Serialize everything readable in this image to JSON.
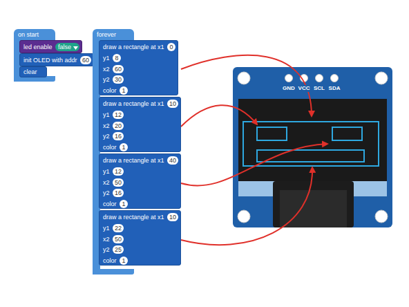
{
  "diagram": {
    "nodes": [
      {
        "text": [
          "on start"
        ]
      },
      {
        "text": [
          "led enable",
          "false"
        ],
        "in": 0
      },
      {
        "text": [
          "init OLED with addr",
          "60"
        ],
        "in": 0
      },
      {
        "text": [
          "clear"
        ],
        "in": 0
      },
      {
        "text": [
          "forever"
        ]
      },
      {
        "text": [
          "draw a rectangle at x1",
          "0",
          "y1",
          "8",
          "x2",
          "60",
          "y2",
          "30",
          "color",
          "1"
        ],
        "in": 4
      },
      {
        "text": [
          "draw a rectangle at x1",
          "10",
          "y1",
          "12",
          "x2",
          "20",
          "y2",
          "16",
          "color",
          "1"
        ],
        "in": 4
      },
      {
        "text": [
          "draw a rectangle at x1",
          "40",
          "y1",
          "12",
          "x2",
          "50",
          "y2",
          "16",
          "color",
          "1"
        ],
        "in": 4
      },
      {
        "text": [
          "draw a rectangle at x1",
          "10",
          "y1",
          "22",
          "x2",
          "50",
          "y2",
          "25",
          "color",
          "1"
        ],
        "in": 4
      }
    ],
    "labels": [
      "GND",
      "VCC",
      "SCL",
      "SDA"
    ]
  }
}
